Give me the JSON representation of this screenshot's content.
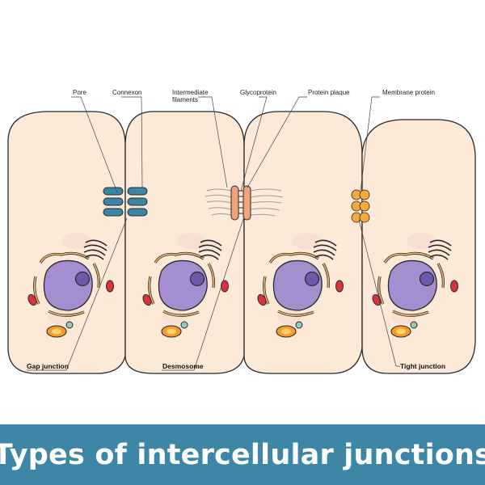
{
  "labels": {
    "pore": "Pore",
    "connexon": "Connexon",
    "intermediate_filaments_line1": "Intermediate",
    "intermediate_filaments_line2": "filaments",
    "glycoprotein": "Glycoprotein",
    "protein_plaque": "Protein plaque",
    "membrane_protein": "Membrane protein",
    "gap_junction": "Gap junction",
    "desmosome": "Desmosome",
    "tight_junction": "Tight junction"
  },
  "banner": {
    "title": "Types of intercellular junctions"
  },
  "colors": {
    "cytoplasm": "#fde9d8",
    "nucleus": "#a48ed0",
    "nucleolus": "#6f57a9",
    "connexon": "#3a86a4",
    "desmosome_plaque": "#f0a27c",
    "tight_junction_protein": "#f3a83e",
    "mitochondria": "#d9323f",
    "lipid_droplet": "#f59a2b",
    "banner": "#3d86a6"
  }
}
